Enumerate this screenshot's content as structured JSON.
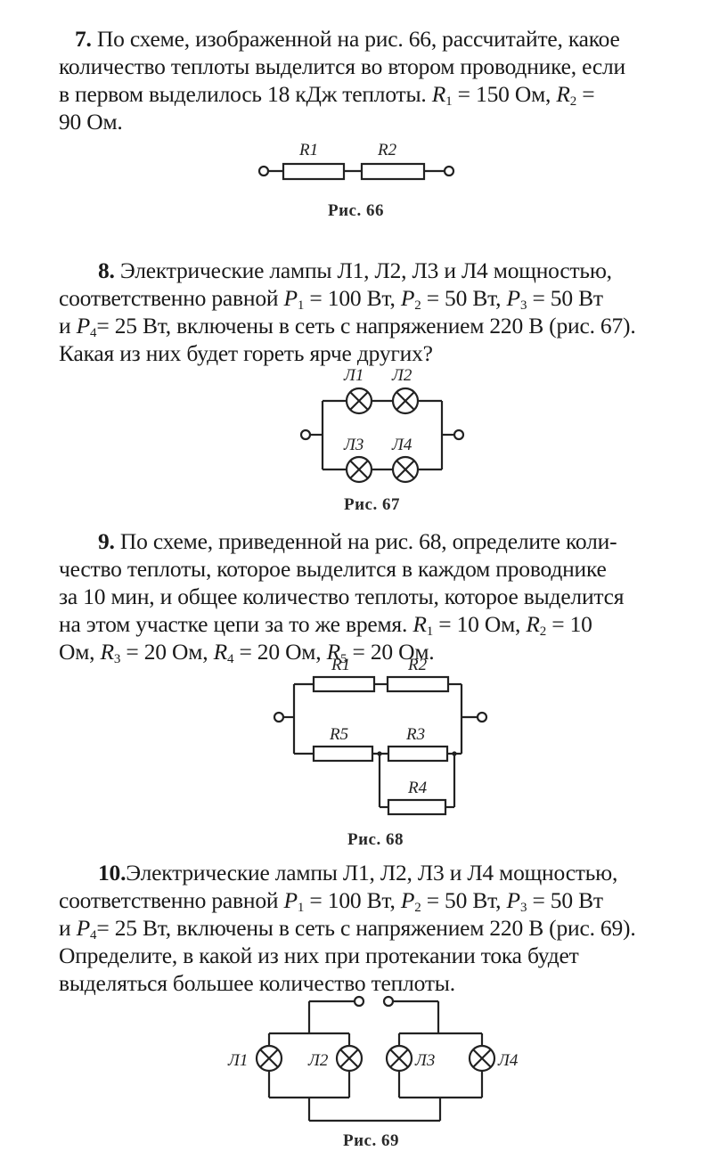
{
  "problems": [
    {
      "number": "7.",
      "lines": [
        "По схеме, изображенной на рис. 66, рассчитайте, какое",
        "количество теплоты выделится во втором проводнике, если",
        "в первом выделилось 18 кДж теплоты.",
        "90 Ом."
      ],
      "r1_symbol": "R",
      "r1_index": "1",
      "r1_value": "= 150 Ом,",
      "r2_symbol": "R",
      "r2_index": "2",
      "r2_value": "=",
      "figure": {
        "caption": "Рис. 66",
        "labels": [
          "R1",
          "R2"
        ]
      }
    },
    {
      "number": "8.",
      "text_1": "Электрические лампы Л1, Л2, Л3 и Л4 мощностью,",
      "text_2a": "соответственно равной",
      "p1": {
        "symbol": "P",
        "index": "1",
        "value": "= 100 Вт,"
      },
      "p2": {
        "symbol": "P",
        "index": "2",
        "value": "= 50 Вт,"
      },
      "p3": {
        "symbol": "P",
        "index": "3",
        "value": "= 50 Вт"
      },
      "text_3a": "и",
      "p4": {
        "symbol": "P",
        "index": "4",
        "value": "= 25 Вт, включены в сеть с напряжением 220 В (рис. 67)."
      },
      "text_4": "Какая из них будет гореть ярче других?",
      "figure": {
        "caption": "Рис. 67",
        "labels": [
          "Л1",
          "Л2",
          "Л3",
          "Л4"
        ]
      }
    },
    {
      "number": "9.",
      "text_1": "По схеме, приведенной на рис. 68, определите коли-",
      "text_2": "чество теплоты, которое выделится в каждом проводнике",
      "text_3": "за 10 мин, и общее количество теплоты, которое выделится",
      "text_4": "на этом участке цепи за то же время.",
      "r1": {
        "symbol": "R",
        "index": "1",
        "value": "= 10 Ом,"
      },
      "r2": {
        "symbol": "R",
        "index": "2",
        "value": "= 10"
      },
      "text_5a": "Ом,",
      "r3": {
        "symbol": "R",
        "index": "3",
        "value": "= 20 Ом,"
      },
      "r4": {
        "symbol": "R",
        "index": "4",
        "value": "= 20 Ом,"
      },
      "r5": {
        "symbol": "R",
        "index": "5",
        "value": "= 20 Ом."
      },
      "figure": {
        "caption": "Рис. 68",
        "labels": [
          "R1",
          "R2",
          "R5",
          "R3",
          "R4"
        ]
      }
    },
    {
      "number": "10.",
      "text_1": "Электрические лампы Л1, Л2, Л3 и Л4 мощностью,",
      "text_2a": "соответственно равной",
      "p1": {
        "symbol": "P",
        "index": "1",
        "value": "= 100 Вт,"
      },
      "p2": {
        "symbol": "P",
        "index": "2",
        "value": "= 50 Вт,"
      },
      "p3": {
        "symbol": "P",
        "index": "3",
        "value": "= 50 Вт"
      },
      "text_3a": "и",
      "p4": {
        "symbol": "P",
        "index": "4",
        "value": "= 25 Вт, включены в сеть с напряжением 220 В (рис. 69)."
      },
      "text_4": "Определите, в какой из них при протекании тока будет",
      "text_5": "выделяться большее количество теплоты.",
      "figure": {
        "caption": "Рис. 69",
        "labels": [
          "Л1",
          "Л2",
          "Л3",
          "Л4"
        ]
      }
    }
  ]
}
